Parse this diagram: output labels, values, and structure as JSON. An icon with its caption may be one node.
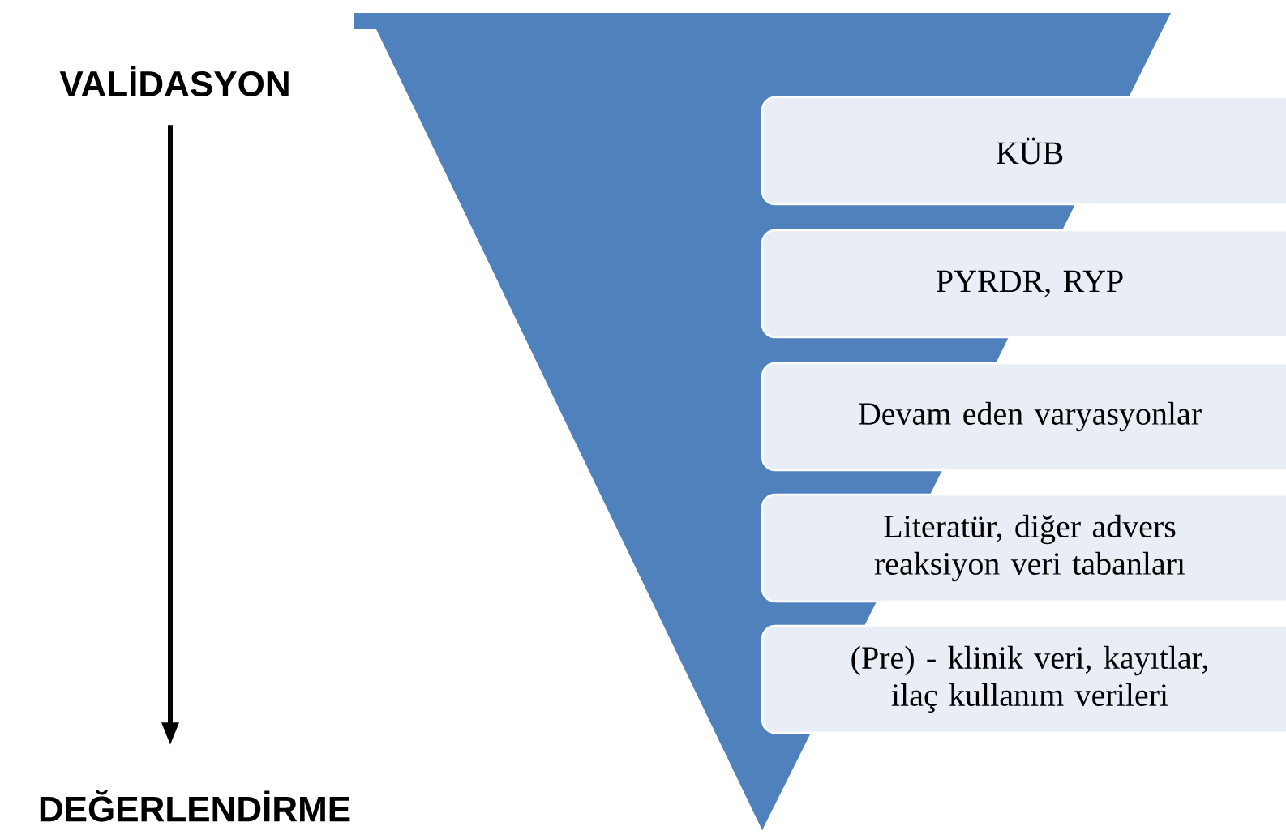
{
  "diagram": {
    "nodes": [
      {
        "text": [
          "VALİDASYON"
        ]
      },
      {
        "text": [
          "DEĞERLENDİRME"
        ]
      },
      {
        "text": [
          "KÜB"
        ]
      },
      {
        "text": [
          "PYRDR, RYP"
        ]
      },
      {
        "text": [
          "Devam eden varyasyonlar"
        ]
      },
      {
        "text": [
          "Literatür, diğer advers reaksiyon veri tabanları"
        ]
      },
      {
        "text": [
          "(Pre) - klinik veri, kayıtlar, ilaç kullanım verileri"
        ]
      }
    ],
    "edges": [
      {
        "from": 0,
        "to": 1,
        "arrow": "to"
      }
    ]
  }
}
